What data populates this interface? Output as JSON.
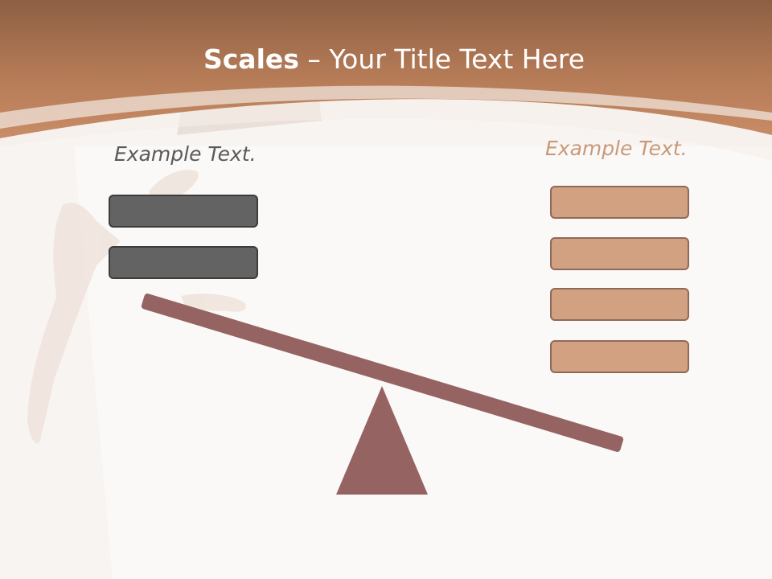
{
  "slide": {
    "title_bold": "Scales",
    "title_rest": " – Your Title Text Here",
    "left_caption": "Example Text.",
    "right_caption": "Example Text.",
    "left_weight_count": 2,
    "right_weight_count": 4
  },
  "colors": {
    "header_brown": "#b97f5c",
    "left_weight": "#636363",
    "right_weight": "#d2a182",
    "beam": "#956462",
    "fulcrum": "#956462",
    "left_caption": "#5a5a5a",
    "right_caption": "#c9997a"
  },
  "icons": {
    "background": "hand-holding-paper-photo"
  }
}
